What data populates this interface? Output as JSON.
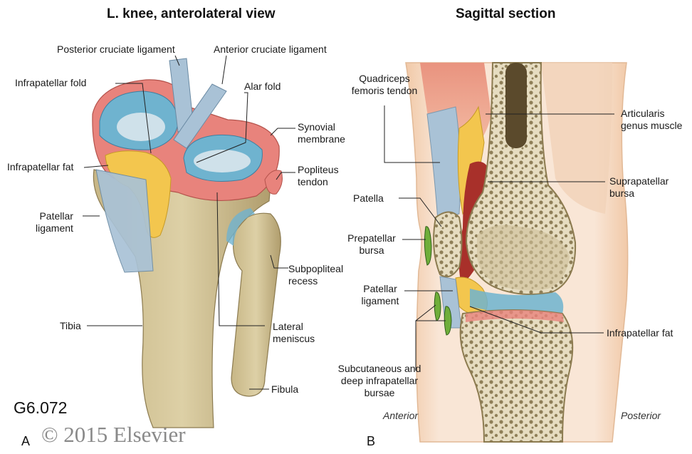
{
  "panel_a": {
    "title": "L. knee, anterolateral view",
    "letter": "A",
    "labels": {
      "pcl": "Posterior cruciate ligament",
      "acl": "Anterior cruciate ligament",
      "infrapatellar_fold": "Infrapatellar fold",
      "alar_fold": "Alar fold",
      "synovial_membrane": [
        "Synovial",
        "membrane"
      ],
      "infrapatellar_fat": "Infrapatellar fat",
      "popliteus_tendon": [
        "Popliteus",
        "tendon"
      ],
      "patellar_ligament": [
        "Patellar",
        "ligament"
      ],
      "subpopliteal_recess": [
        "Subpopliteal",
        "recess"
      ],
      "tibia": "Tibia",
      "lateral_meniscus": [
        "Lateral",
        "meniscus"
      ],
      "fibula": "Fibula"
    }
  },
  "panel_b": {
    "title": "Sagittal section",
    "letter": "B",
    "labels": {
      "quadriceps_tendon": [
        "Quadriceps",
        "femoris tendon"
      ],
      "articularis_genus": [
        "Articularis",
        "genus muscle"
      ],
      "suprapatellar_bursa": [
        "Suprapatellar",
        "bursa"
      ],
      "patella": "Patella",
      "prepatellar_bursa": [
        "Prepatellar",
        "bursa"
      ],
      "patellar_ligament": [
        "Patellar",
        "ligament"
      ],
      "infrapatellar_fat": "Infrapatellar fat",
      "subcutaneous_bursae": [
        "Subcutaneous and",
        "deep infrapatellar",
        "bursae"
      ]
    },
    "anterior": "Anterior",
    "posterior": "Posterior"
  },
  "figure_id": "G6.072",
  "copyright": "© 2015 Elsevier",
  "colors": {
    "bone": "#d8cba0",
    "bone_shadow": "#b8a676",
    "cartilage_blue": "#6fb3cf",
    "synovium_pink": "#e8837c",
    "fat_yellow": "#f3c64e",
    "ligament_blue": "#a9c2d6",
    "muscle_red": "#e48a75",
    "skin": "#f6dcc5",
    "bursa_green": "#6fae3a",
    "bursa_red": "#a8302a"
  }
}
